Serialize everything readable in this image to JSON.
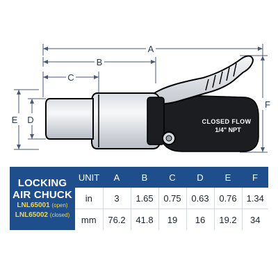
{
  "product": {
    "title": "LOCKING AIR CHUCK",
    "parts": [
      {
        "number": "LNL65001",
        "variant": "(open)"
      },
      {
        "number": "LNL65002",
        "variant": "(closed)"
      }
    ]
  },
  "drawing": {
    "body_label": "CLOSED FLOW",
    "thread_label": "1/4\" NPT",
    "dimension_labels": [
      "A",
      "B",
      "C",
      "D",
      "E",
      "F"
    ]
  },
  "table": {
    "unit_header": "UNIT",
    "columns": [
      "A",
      "B",
      "C",
      "D",
      "E",
      "F"
    ],
    "rows": [
      {
        "unit": "in",
        "values": [
          "3",
          "1.65",
          "0.75",
          "0.63",
          "0.76",
          "1.34"
        ]
      },
      {
        "unit": "mm",
        "values": [
          "76.2",
          "41.8",
          "19",
          "16",
          "19.2",
          "34"
        ]
      }
    ]
  },
  "colors": {
    "header_blue": "#1f4e8c",
    "part_yellow": "#f2d74a",
    "dimension_line": "#4a5a78"
  }
}
